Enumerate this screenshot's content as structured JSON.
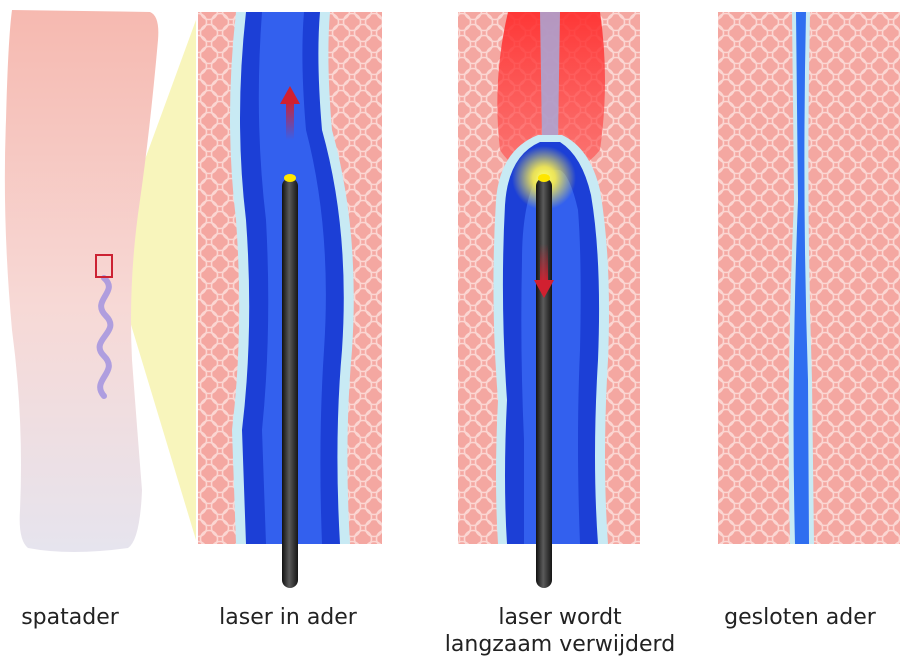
{
  "captions": {
    "panel_1": "spatader",
    "panel_2": "laser in ader",
    "panel_3_line1": "laser wordt",
    "panel_3_line2": "langzaam verwijderd",
    "panel_4": "gesloten ader"
  },
  "colors": {
    "skin": "#f6c9c4",
    "tissue": "#f4a9a3",
    "vein_dark": "#1c3fd6",
    "vein_light": "#3b82ff",
    "vein_wall": "#c8eaf4",
    "fiber": "#333333",
    "laser_tip": "#ffe600",
    "heat": "#ff2a2a",
    "arrow": "#d12030",
    "magnify": "#f7f3b0"
  }
}
